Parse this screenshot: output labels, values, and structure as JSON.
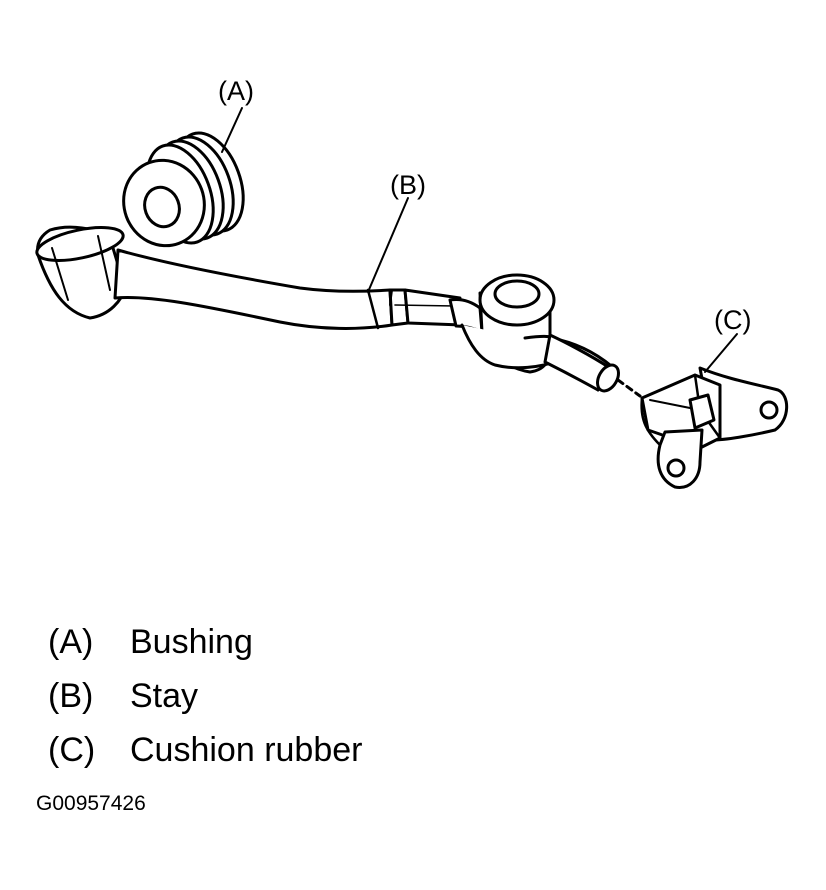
{
  "callouts": {
    "a": "(A)",
    "b": "(B)",
    "c": "(C)"
  },
  "legend": [
    {
      "key": "(A)",
      "label": "Bushing"
    },
    {
      "key": "(B)",
      "label": "Stay"
    },
    {
      "key": "(C)",
      "label": "Cushion rubber"
    }
  ],
  "figure_id": "G00957426",
  "colors": {
    "line": "#000000",
    "background": "#ffffff"
  }
}
